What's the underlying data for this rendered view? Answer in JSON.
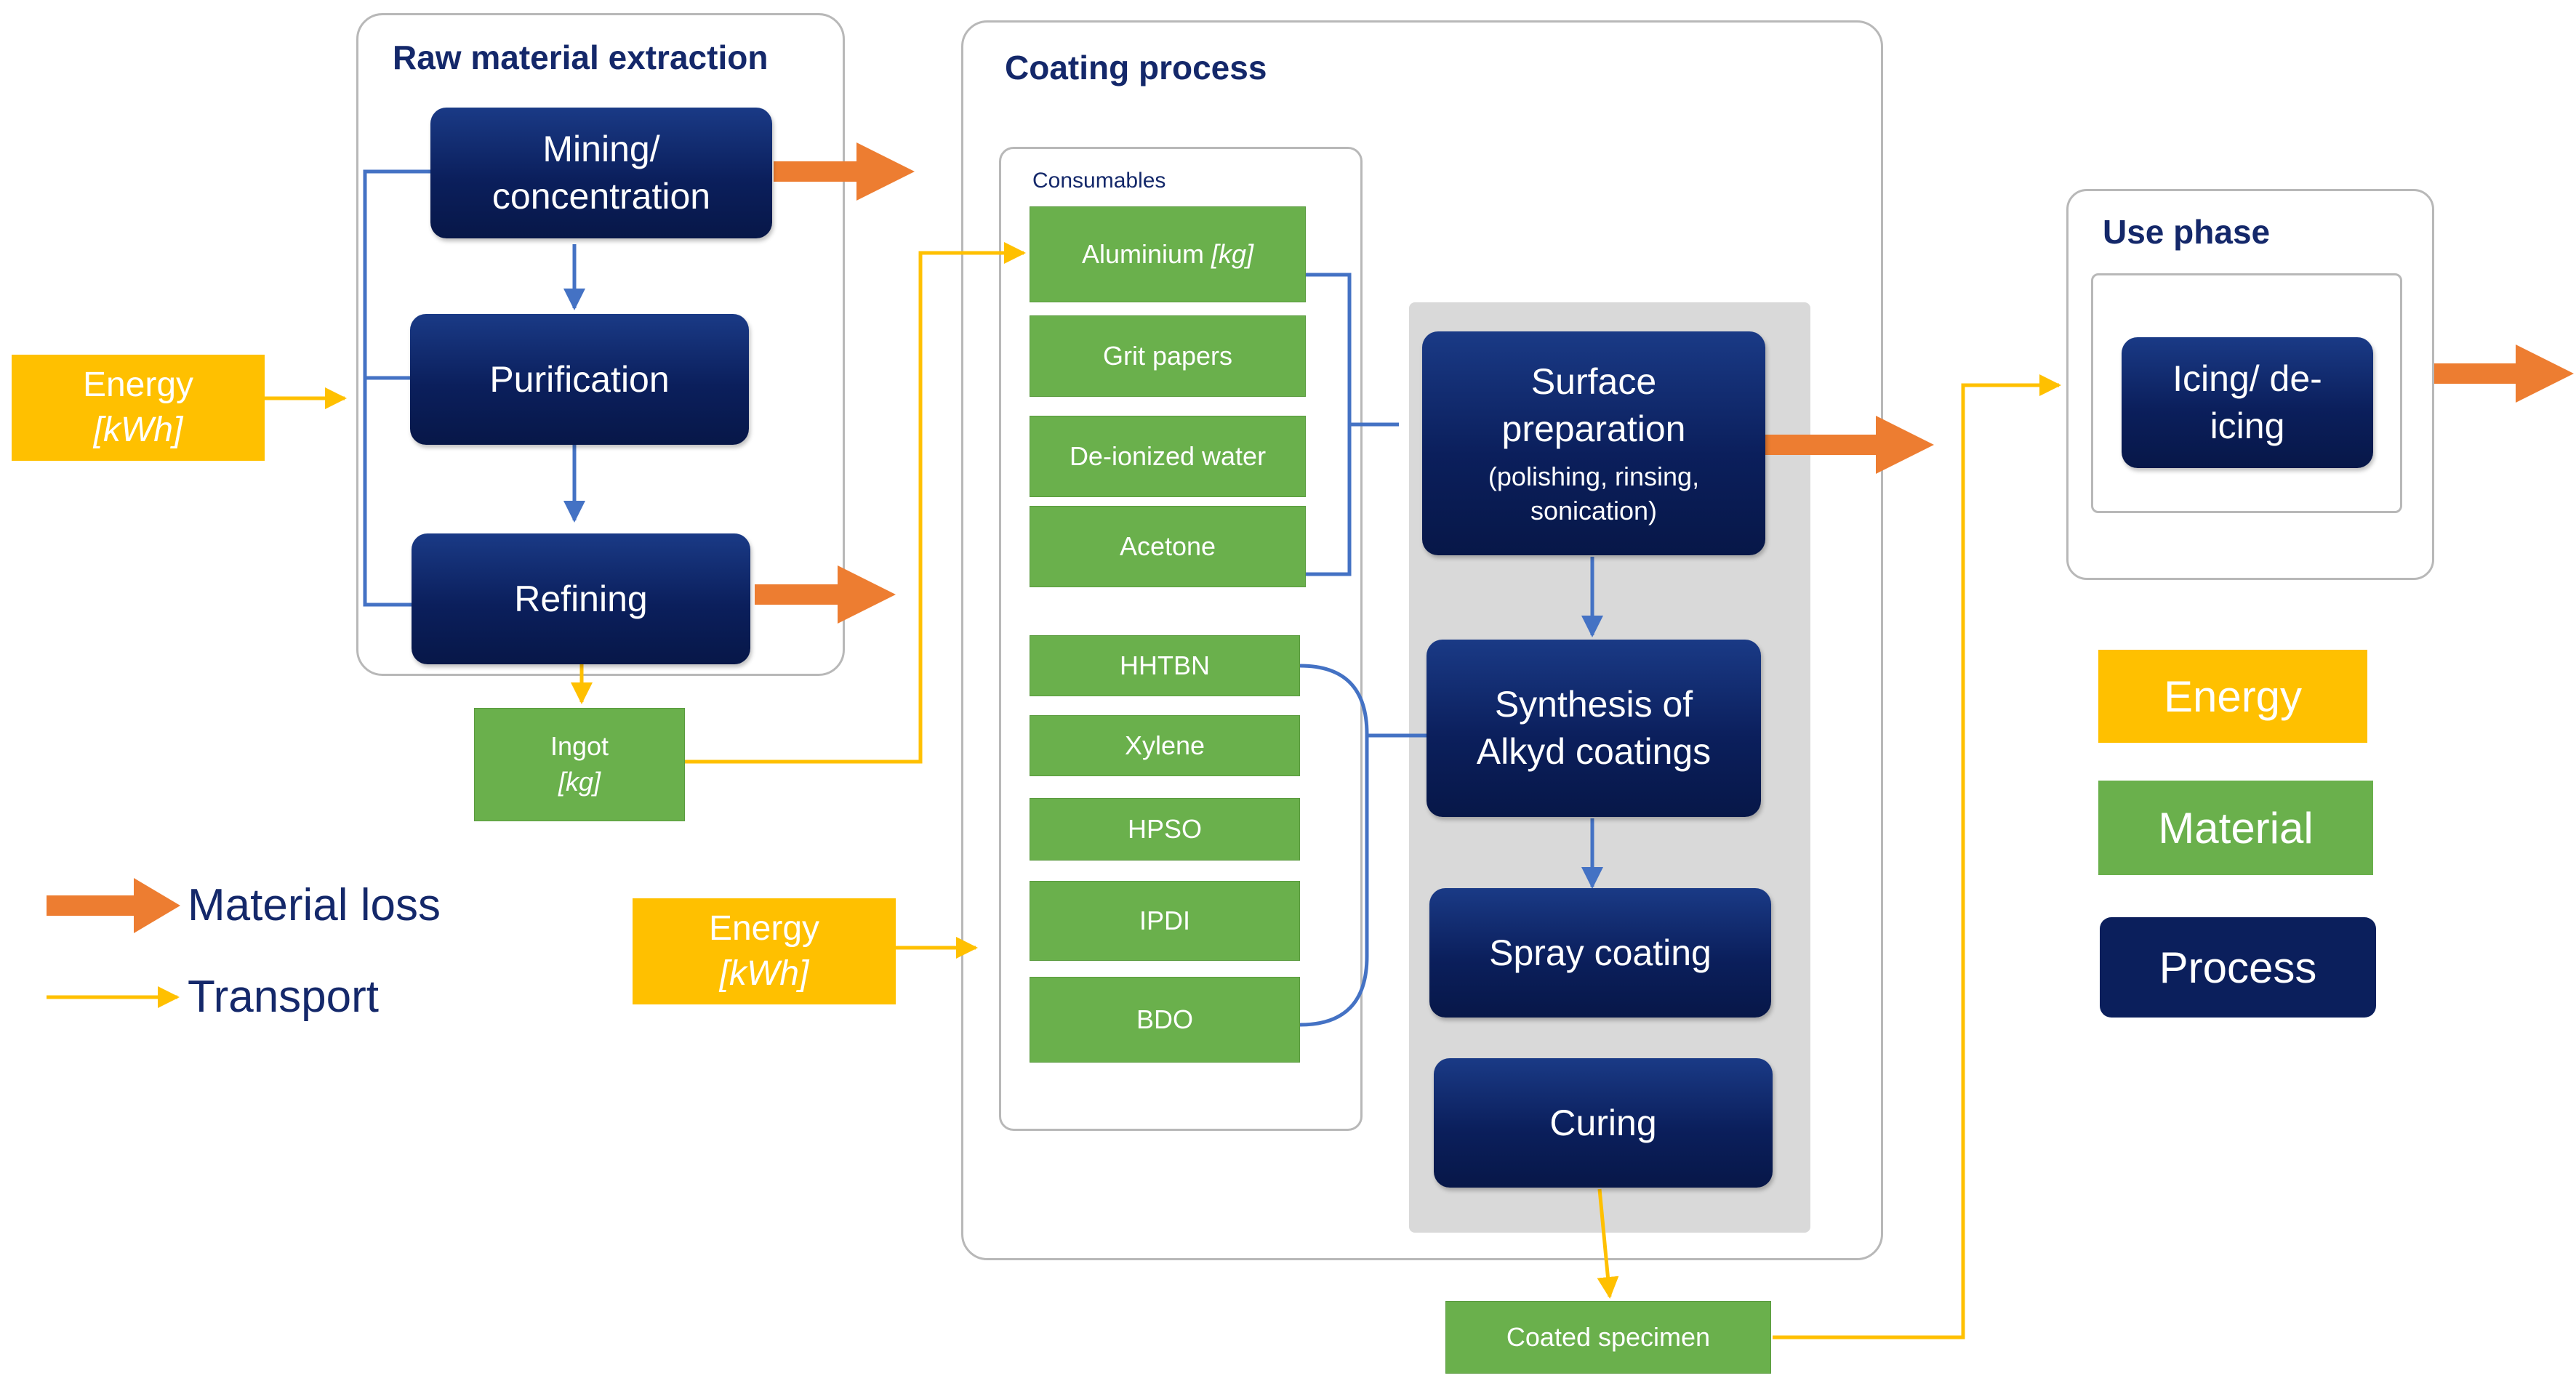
{
  "groups": {
    "raw": "Raw material extraction",
    "coating": "Coating process",
    "consumables": "Consumables",
    "use": "Use phase"
  },
  "raw_processes": {
    "mining_l1": "Mining/",
    "mining_l2": "concentration",
    "purification": "Purification",
    "refining": "Refining"
  },
  "energy": {
    "label": "Energy",
    "unit": "[kWh]"
  },
  "ingot": {
    "label": "Ingot",
    "unit": "[kg]"
  },
  "consumables": {
    "aluminium": "Aluminium",
    "aluminium_unit": "[kg]",
    "grit": "Grit papers",
    "water": "De-ionized water",
    "acetone": "Acetone",
    "hhtbn": "HHTBN",
    "xylene": "Xylene",
    "hpso": "HPSO",
    "ipdi": "IPDI",
    "bdo": "BDO"
  },
  "coating_processes": {
    "surface_l1": "Surface",
    "surface_l2": "preparation",
    "surface_sub_l1": "(polishing, rinsing,",
    "surface_sub_l2": "sonication)",
    "synth_l1": "Synthesis of",
    "synth_l2": "Alkyd coatings",
    "spray": "Spray coating",
    "curing": "Curing"
  },
  "coated_specimen": "Coated specimen",
  "use_phase": {
    "icing_l1": "Icing/ de-",
    "icing_l2": "icing"
  },
  "legend": {
    "material_loss": "Material loss",
    "transport": "Transport",
    "energy": "Energy",
    "material": "Material",
    "process": "Process"
  },
  "colors": {
    "process": "#0b1f5c",
    "material": "#6ab04c",
    "energy": "#ffc000",
    "loss_arrow": "#ed7d31",
    "transport_arrow": "#ffc000",
    "connector": "#4472c4",
    "group_border": "#b8b8b8",
    "coating_panel": "#d9d9d9"
  }
}
